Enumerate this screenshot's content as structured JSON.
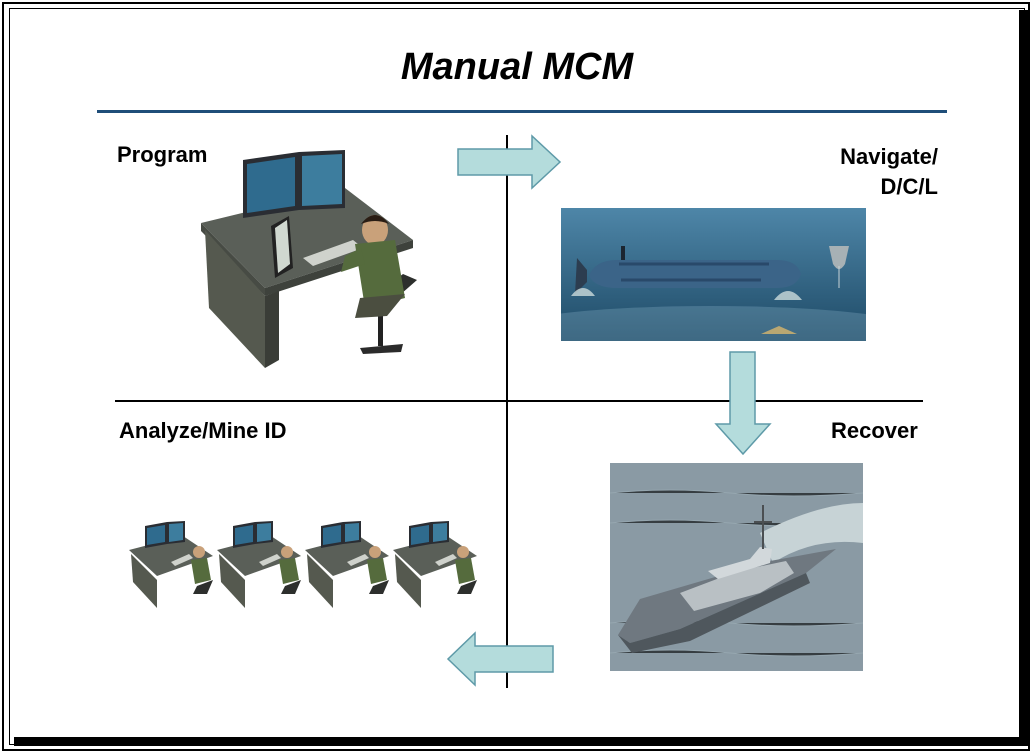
{
  "title": "Manual MCM",
  "colors": {
    "title_rule": "#1F4E79",
    "arrow_fill": "#B4DCDC",
    "arrow_stroke": "#5E9AA8",
    "water_top": "#4E86A8",
    "water_bottom": "#1E4A66",
    "hull": "#6F7880",
    "desk": "#5A5F58"
  },
  "quadrants": {
    "program": {
      "label": "Program"
    },
    "navigate": {
      "label_line1": "Navigate/",
      "label_line2": "D/C/L"
    },
    "analyze": {
      "label": "Analyze/Mine ID"
    },
    "recover": {
      "label": "Recover"
    }
  },
  "icons": {
    "workstation": "operator-workstation-icon",
    "uuv": "underwater-vehicle-image",
    "ship": "littoral-combat-ship-image",
    "arrow_right": "arrow-right-icon",
    "arrow_down": "arrow-down-icon",
    "arrow_left": "arrow-left-icon"
  }
}
